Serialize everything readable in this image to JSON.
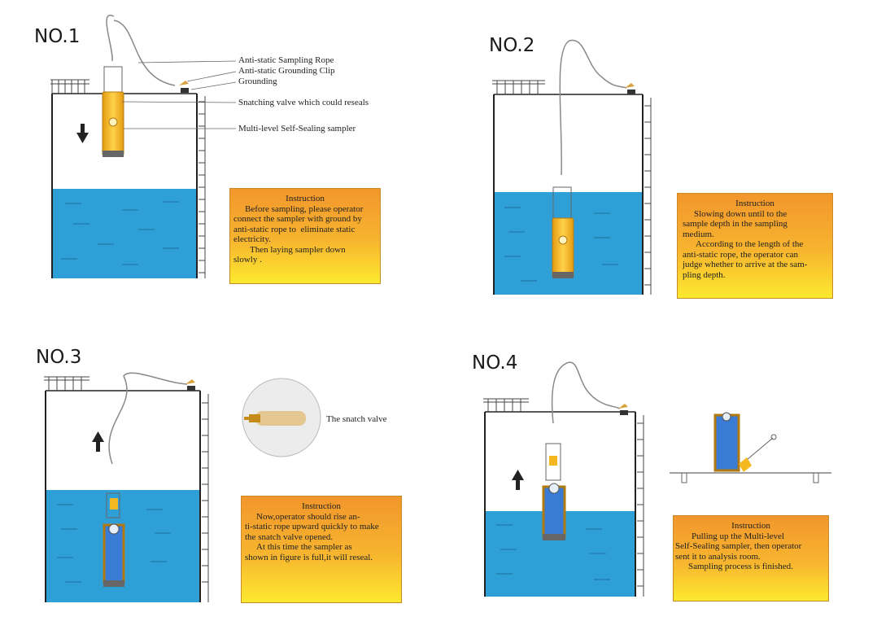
{
  "steps": [
    {
      "title": "NO.1",
      "callouts": [
        "Anti-static  Sampling Rope",
        "Anti-static Grounding Clip",
        "Grounding",
        "Snatching valve which could reseals",
        "Multi-level Self-Sealing sampler"
      ],
      "instruction": {
        "heading": "Instruction",
        "lines": [
          "Before sampling, please operator",
          "connect the sampler with ground by",
          "anti-static rope to  eliminate static",
          "electricity.",
          "Then laying sampler down",
          "slowly ."
        ]
      }
    },
    {
      "title": "NO.2",
      "instruction": {
        "heading": "Instruction",
        "lines": [
          "Slowing down until to the",
          "sample depth in the sampling",
          "medium.",
          "According to the length of the",
          "anti-static rope, the operator can",
          "judge whether to arrive at the sam-",
          "pling depth."
        ]
      }
    },
    {
      "title": "NO.3",
      "inset_label": "The snatch valve",
      "instruction": {
        "heading": "Instruction",
        "lines": [
          "Now,operator should rise an-",
          "ti-static rope upward quickly to make",
          "the snatch valve opened.",
          "At this time the sampler as",
          "shown in figure is full,it will reseal."
        ]
      }
    },
    {
      "title": "NO.4",
      "instruction": {
        "heading": "Instruction",
        "lines": [
          "Pulling up the Multi-level",
          "Self-Sealing sampler, then operator",
          "sent it to analysis room.",
          "Sampling process is finished."
        ]
      }
    }
  ],
  "colors": {
    "water": "#2f9fd8",
    "tank_border": "#222222",
    "instruction_top": "#f2962c",
    "instruction_bottom": "#fde92f",
    "sampler": "#f5b820",
    "sampler_dark": "#3a7bd5"
  }
}
